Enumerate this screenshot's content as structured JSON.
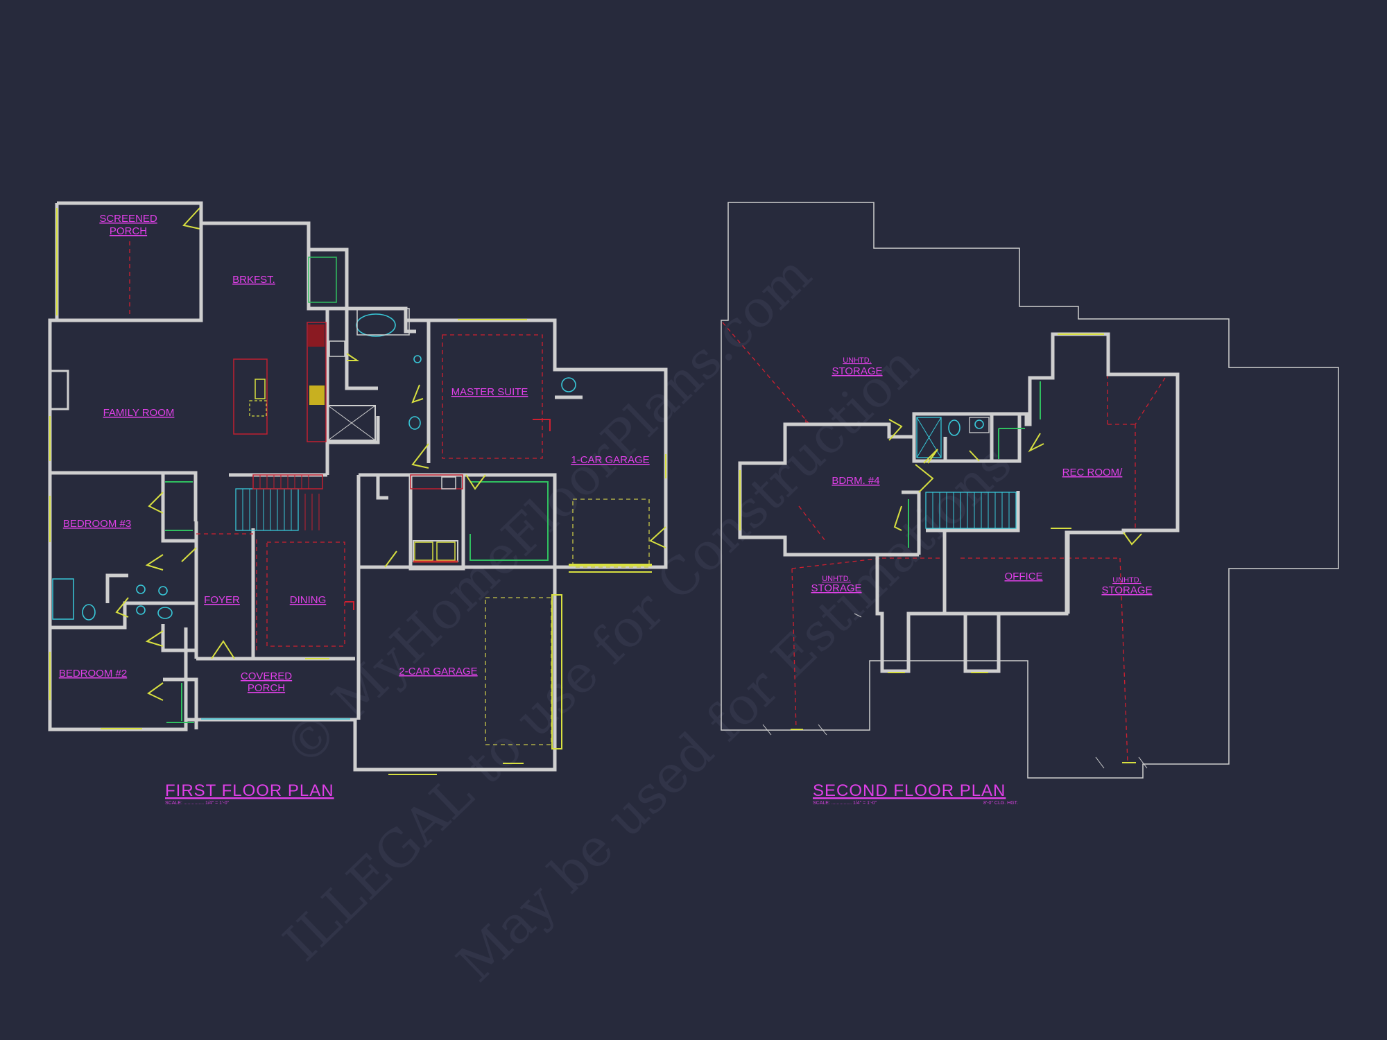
{
  "drawing": {
    "watermark_lines": [
      "© MyHomeFloorPlans.com",
      "ILLEGAL to use for Construction",
      "May be used for Estimations"
    ]
  },
  "first_floor": {
    "title": "FIRST FLOOR PLAN",
    "scale_note": "SCALE: ............... 1/4\" = 1'-0\"",
    "rooms": {
      "screened_porch": [
        "SCREENED",
        "PORCH"
      ],
      "brkfst": "BRKFST.",
      "family_room": "FAMILY ROOM",
      "master_suite": "MASTER SUITE",
      "one_car_garage": "1-CAR GARAGE",
      "bedroom_3": "BEDROOM #3",
      "foyer": "FOYER",
      "dining": "DINING",
      "bedroom_2": "BEDROOM #2",
      "covered_porch": [
        "COVERED",
        "PORCH"
      ],
      "two_car_garage": "2-CAR GARAGE"
    }
  },
  "second_floor": {
    "title": "SECOND FLOOR PLAN",
    "scale_note": "SCALE: ............... 1/4\" = 1'-0\"",
    "ceiling_note": "8'-0\" CLG. HGT.",
    "rooms": {
      "unhtd_storage_top": [
        "UNHTD.",
        "STORAGE"
      ],
      "bdrm_4": "BDRM. #4",
      "rec_room": "REC ROOM/",
      "unhtd_storage_left": [
        "UNHTD.",
        "STORAGE"
      ],
      "office": "OFFICE",
      "unhtd_storage_right": [
        "UNHTD.",
        "STORAGE"
      ]
    }
  },
  "colors": {
    "background": "#272a3c",
    "walls": "#cfcfcf",
    "labels": "#e040e8",
    "windows_doors": "#d8e040",
    "fixtures": "#38c8d8",
    "cabinets": "#30c060",
    "hidden_lines": "#d02030"
  }
}
